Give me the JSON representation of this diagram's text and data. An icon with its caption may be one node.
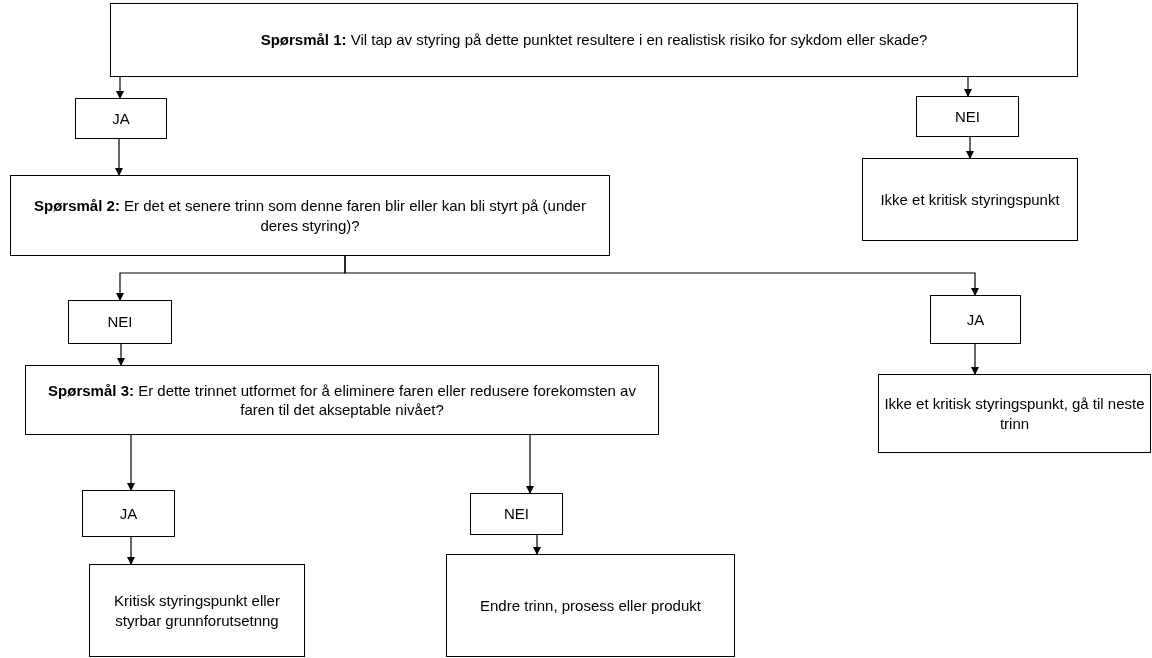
{
  "diagram": {
    "nodes": [
      {
        "text": [
          "**Spørsmål 1:** Vil tap av styring på dette punktet resultere i en realistisk risiko for sykdom eller skade?"
        ]
      },
      {
        "text": [
          "JA"
        ]
      },
      {
        "text": [
          "NEI"
        ]
      },
      {
        "text": [
          "Ikke et kritisk styringspunkt"
        ]
      },
      {
        "text": [
          "**Spørsmål 2:** Er det et senere trinn som denne faren blir eller kan bli styrt på (under deres styring)?"
        ]
      },
      {
        "text": [
          "NEI"
        ]
      },
      {
        "text": [
          "JA"
        ]
      },
      {
        "text": [
          "**Spørsmål 3:** Er dette trinnet utformet for å eliminere faren eller redusere forekomsten av faren til det akseptable nivået?"
        ]
      },
      {
        "text": [
          "Ikke et kritisk styringspunkt, gå til neste trinn"
        ]
      },
      {
        "text": [
          "JA"
        ]
      },
      {
        "text": [
          "NEI"
        ]
      },
      {
        "text": [
          "Kritisk styringspunkt eller styrbar grunnforutsetnng"
        ]
      },
      {
        "text": [
          "Endre trinn, prosess eller produkt"
        ]
      }
    ],
    "edges": [
      {
        "from": 0,
        "to": 1,
        "arrow": "to"
      },
      {
        "from": 0,
        "to": 2,
        "arrow": "to"
      },
      {
        "from": 2,
        "to": 3,
        "arrow": "to"
      },
      {
        "from": 1,
        "to": 4,
        "arrow": "to"
      },
      {
        "from": 4,
        "to": 5,
        "arrow": "to"
      },
      {
        "from": 4,
        "to": 6,
        "arrow": "to"
      },
      {
        "from": 5,
        "to": 7,
        "arrow": "to"
      },
      {
        "from": 6,
        "to": 8,
        "arrow": "to"
      },
      {
        "from": 7,
        "to": 9,
        "arrow": "to"
      },
      {
        "from": 7,
        "to": 10,
        "arrow": "to"
      },
      {
        "from": 9,
        "to": 11,
        "arrow": "to"
      },
      {
        "from": 10,
        "to": 12,
        "arrow": "to"
      }
    ]
  }
}
